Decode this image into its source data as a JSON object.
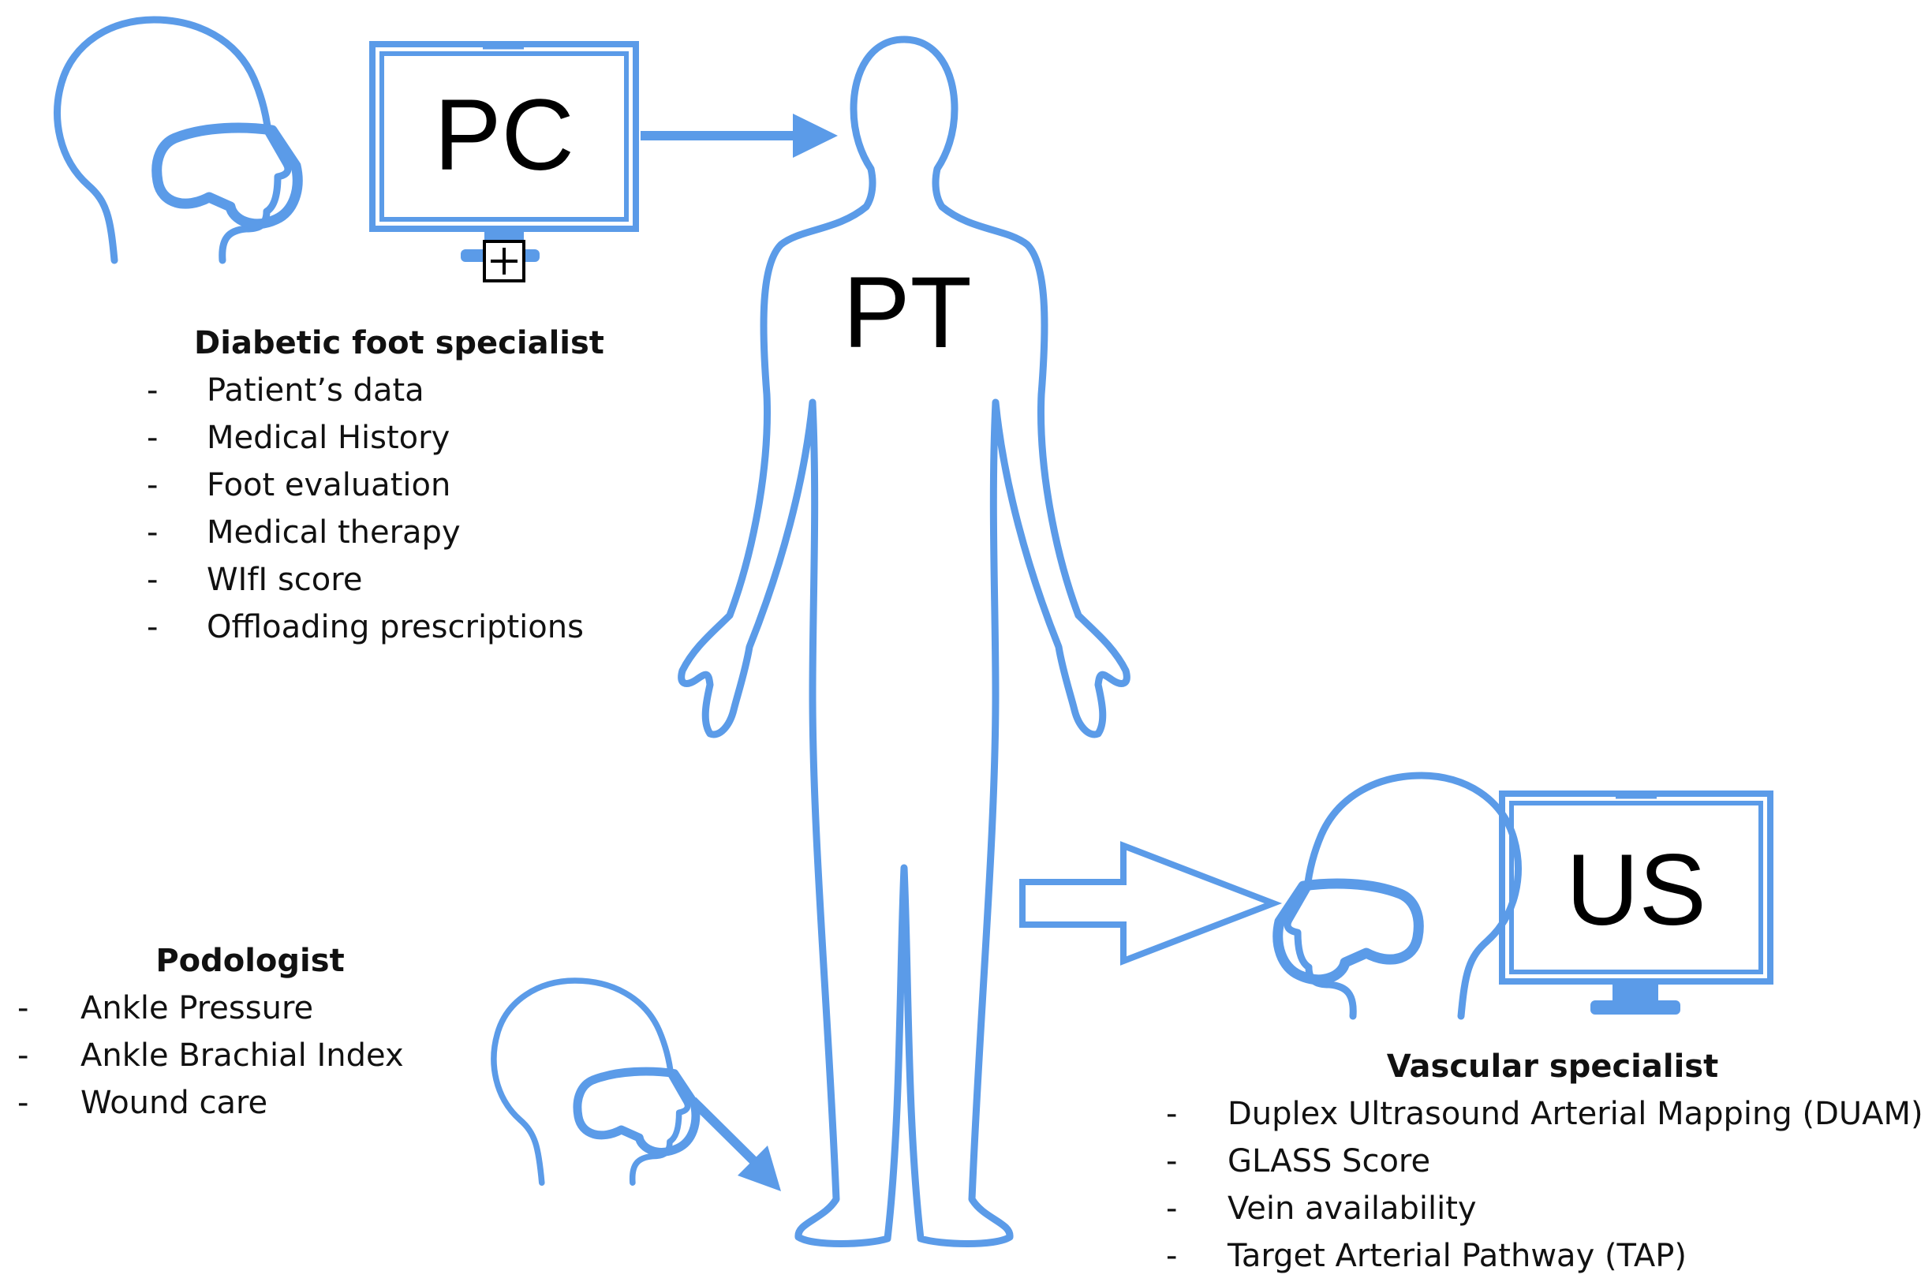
{
  "nodes": {
    "pc": "PC",
    "patient": "PT",
    "us": "US"
  },
  "colors": {
    "outline": "#5b9be8",
    "text": "#111111"
  },
  "diabetic": {
    "heading": "Diabetic foot specialist",
    "items": [
      "Patient’s data",
      "Medical History",
      "Foot evaluation",
      "Medical therapy",
      "WIfI score",
      "Offloading prescriptions"
    ]
  },
  "podologist": {
    "heading": "Podologist",
    "items": [
      "Ankle Pressure",
      "Ankle Brachial Index",
      "Wound care"
    ]
  },
  "vascular": {
    "heading": "Vascular specialist",
    "items": [
      "Duplex Ultrasound Arterial Mapping (DUAM)",
      "GLASS Score",
      "Vein availability",
      "Target Arterial Pathway (TAP)"
    ]
  },
  "bullet": "-"
}
